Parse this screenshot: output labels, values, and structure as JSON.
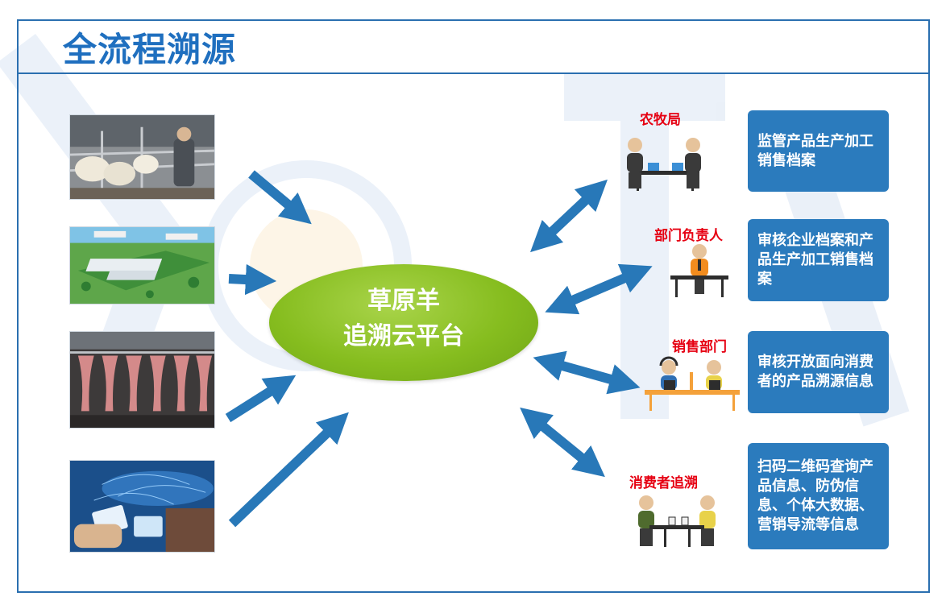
{
  "header": {
    "title": "全流程溯源"
  },
  "hub": {
    "line1": "草原羊",
    "line2": "追溯云平台"
  },
  "roles": [
    {
      "label": "农牧局",
      "desc": "监管产品生产加工销售档案"
    },
    {
      "label": "部门负责人",
      "desc": "审核企业档案和产品生产加工销售档案"
    },
    {
      "label": "销售部门",
      "desc": "审核开放面向消费者的产品溯源信息"
    },
    {
      "label": "消费者追溯",
      "desc": "扫码二维码查询产品信息、防伪信息、个体大数据、营销导流等信息"
    }
  ],
  "colors": {
    "accent": "#2a6fb0",
    "title": "#1f6fbf",
    "hub": "#86bd1f",
    "role_label": "#e60012",
    "info_box": "#2b7bbd",
    "arrow": "#2878b8"
  }
}
